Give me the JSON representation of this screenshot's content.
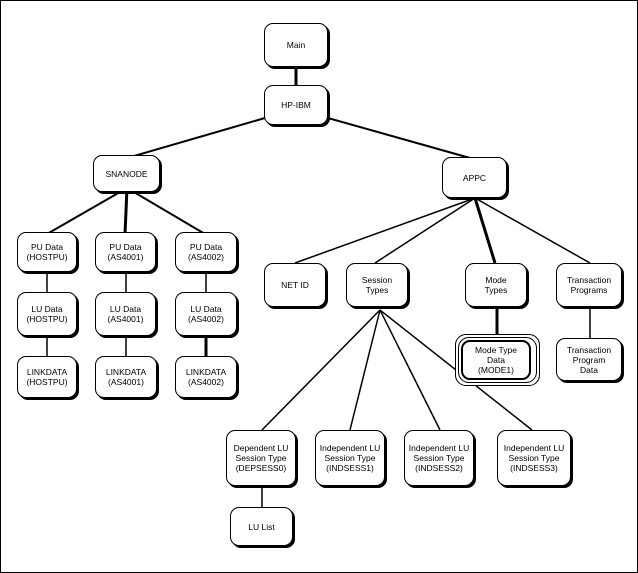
{
  "diagram": {
    "nodes": {
      "main": "Main",
      "hp_ibm": "HP-IBM",
      "snanode": "SNANODE",
      "appc": "APPC",
      "pu_hostpu": "PU Data\n(HOSTPU)",
      "pu_as4001": "PU Data\n(AS4001)",
      "pu_as4002": "PU Data\n(AS4002)",
      "lu_hostpu": "LU Data\n(HOSTPU)",
      "lu_as4001": "LU Data\n(AS4001)",
      "lu_as4002": "LU Data\n(AS4002)",
      "link_hostpu": "LINKDATA\n(HOSTPU)",
      "link_as4001": "LINKDATA\n(AS4001)",
      "link_as4002": "LINKDATA\n(AS4002)",
      "netid": "NET ID",
      "session_types": "Session\nTypes",
      "mode_types": "Mode\nTypes",
      "transaction_programs": "Transaction\nPrograms",
      "mode_type_data": "Mode Type\nData\n(MODE1)",
      "transaction_program_data": "Transaction\nProgram\nData",
      "dep_lu": "Dependent LU\nSession Type\n(DEPSESS0)",
      "indep_lu1": "Independent LU\nSession Type\n(INDSESS1)",
      "indep_lu2": "Independent LU\nSession Type\n(INDSESS2)",
      "indep_lu3": "Independent LU\nSession Type\n(INDSESS3)",
      "lu_list": "LU List"
    }
  }
}
